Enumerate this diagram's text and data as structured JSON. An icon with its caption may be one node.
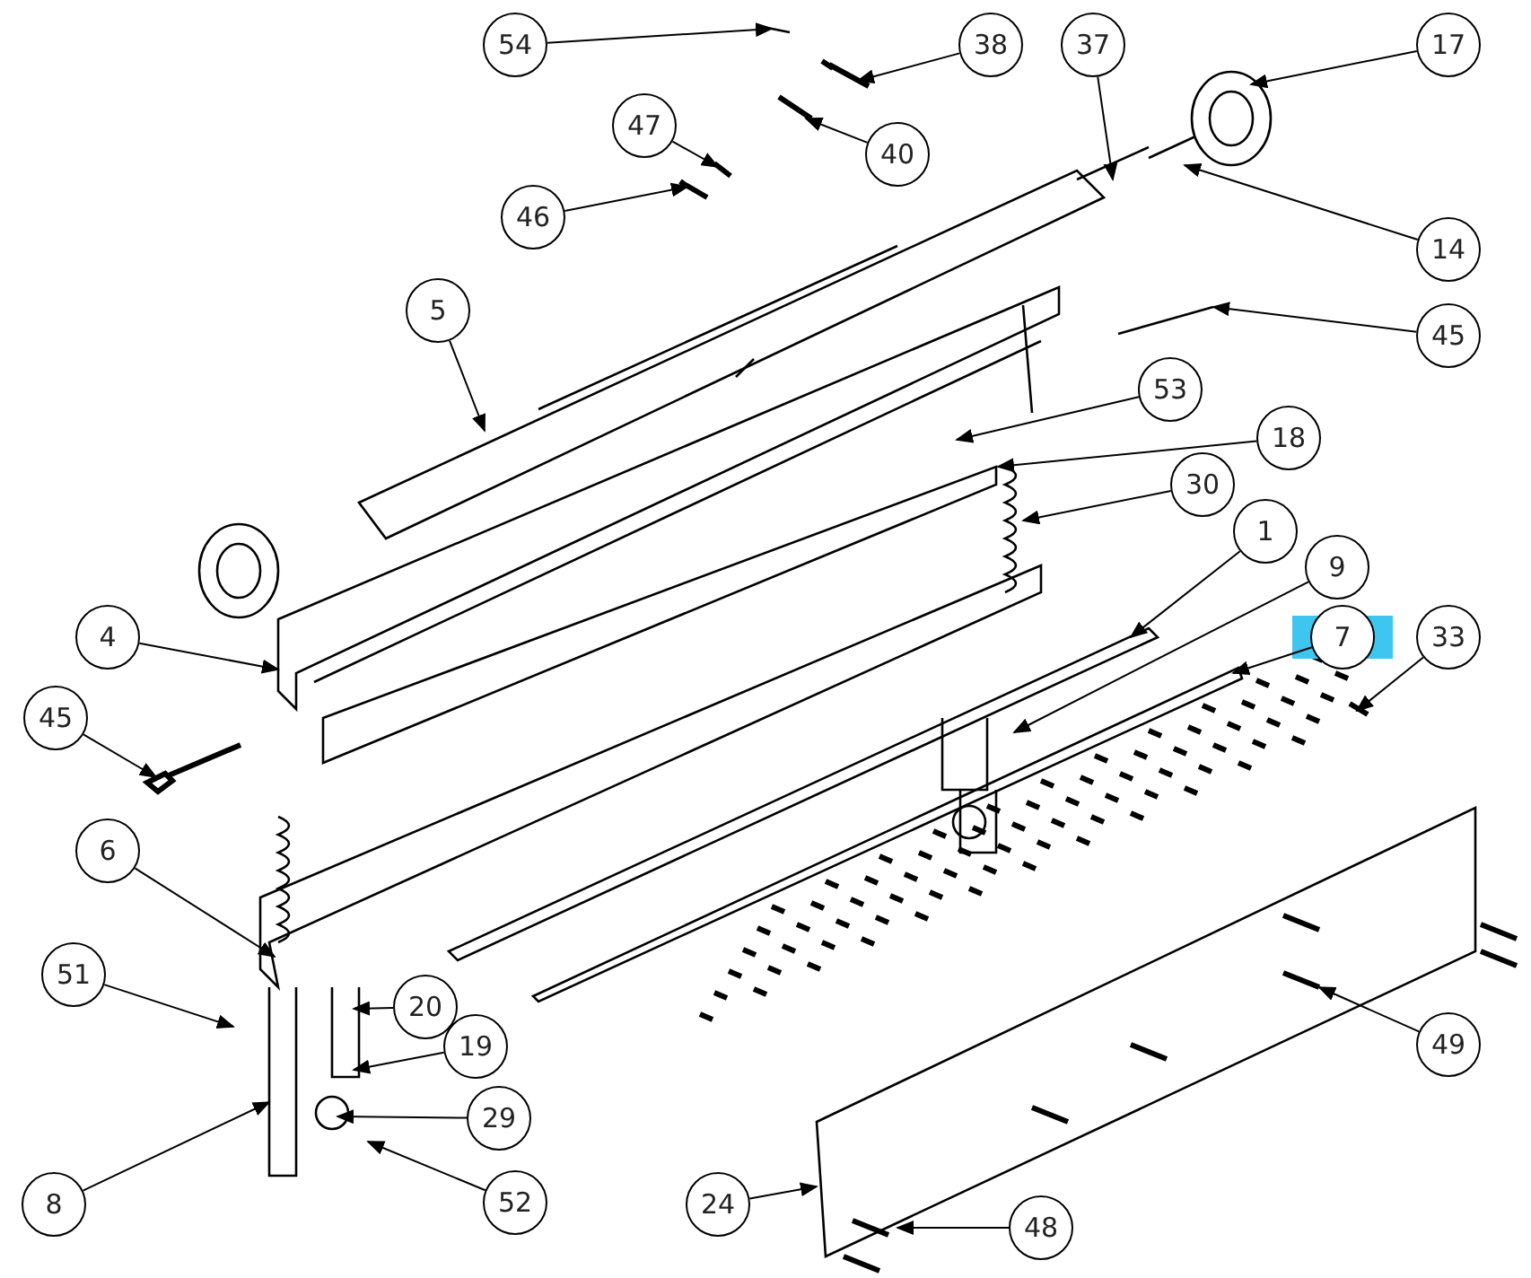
{
  "diagram": {
    "nodes": [
      {
        "text": [
          "54"
        ]
      },
      {
        "text": [
          "38"
        ]
      },
      {
        "text": [
          "37"
        ]
      },
      {
        "text": [
          "17"
        ]
      },
      {
        "text": [
          "47"
        ]
      },
      {
        "text": [
          "40"
        ]
      },
      {
        "text": [
          "46"
        ]
      },
      {
        "text": [
          "14"
        ]
      },
      {
        "text": [
          "5"
        ]
      },
      {
        "text": [
          "45"
        ]
      },
      {
        "text": [
          "53"
        ]
      },
      {
        "text": [
          "18"
        ]
      },
      {
        "text": [
          "30"
        ]
      },
      {
        "text": [
          "1"
        ]
      },
      {
        "text": [
          "9"
        ]
      },
      {
        "text": [
          "7"
        ]
      },
      {
        "text": [
          "33"
        ]
      },
      {
        "text": [
          "4"
        ]
      },
      {
        "text": [
          "45"
        ]
      },
      {
        "text": [
          "6"
        ]
      },
      {
        "text": [
          "51"
        ]
      },
      {
        "text": [
          "20"
        ]
      },
      {
        "text": [
          "19"
        ]
      },
      {
        "text": [
          "29"
        ]
      },
      {
        "text": [
          "52"
        ]
      },
      {
        "text": [
          "8"
        ]
      },
      {
        "text": [
          "24"
        ]
      },
      {
        "text": [
          "48"
        ]
      },
      {
        "text": [
          "49"
        ]
      },
      {
        "text": [],
        "shape": "picture"
      },
      {
        "text": [],
        "shape": "picture"
      },
      {
        "text": [],
        "shape": "picture"
      },
      {
        "text": [],
        "shape": "picture"
      },
      {
        "text": [],
        "shape": "picture"
      },
      {
        "text": [],
        "shape": "picture"
      }
    ],
    "edges": [
      {
        "from": 0,
        "to": null,
        "arrow": "to"
      },
      {
        "from": 1,
        "to": 29,
        "arrow": "to"
      },
      {
        "from": 2,
        "to": null,
        "arrow": "to"
      },
      {
        "from": 3,
        "to": null,
        "arrow": "to"
      },
      {
        "from": 4,
        "to": 33,
        "arrow": "to"
      },
      {
        "from": 5,
        "to": 34,
        "arrow": "to"
      },
      {
        "from": 6,
        "to": 30,
        "arrow": "to"
      },
      {
        "from": 7,
        "to": null,
        "arrow": "to"
      },
      {
        "from": 8,
        "to": null,
        "arrow": "to"
      },
      {
        "from": 9,
        "to": null,
        "arrow": "to"
      },
      {
        "from": 10,
        "to": null,
        "arrow": "to"
      },
      {
        "from": 11,
        "to": null,
        "arrow": "to"
      },
      {
        "from": 12,
        "to": null,
        "arrow": "to"
      },
      {
        "from": 13,
        "to": null,
        "arrow": "to"
      },
      {
        "from": 14,
        "to": null,
        "arrow": "to"
      },
      {
        "from": 15,
        "to": null,
        "arrow": "to"
      },
      {
        "from": 16,
        "to": 31,
        "arrow": "to"
      },
      {
        "from": 17,
        "to": null,
        "arrow": "to"
      },
      {
        "from": 18,
        "to": 32,
        "arrow": "to"
      },
      {
        "from": 19,
        "to": null,
        "arrow": "to"
      },
      {
        "from": 20,
        "to": null,
        "arrow": "to"
      },
      {
        "from": 21,
        "to": null,
        "arrow": "to"
      },
      {
        "from": 22,
        "to": null,
        "arrow": "to"
      },
      {
        "from": 23,
        "to": null,
        "arrow": "to"
      },
      {
        "from": 24,
        "to": null,
        "arrow": "to"
      },
      {
        "from": 25,
        "to": null,
        "arrow": "to"
      },
      {
        "from": 26,
        "to": null,
        "arrow": "to"
      },
      {
        "from": 27,
        "to": null,
        "arrow": "to"
      },
      {
        "from": 28,
        "to": null,
        "arrow": "to"
      }
    ]
  }
}
